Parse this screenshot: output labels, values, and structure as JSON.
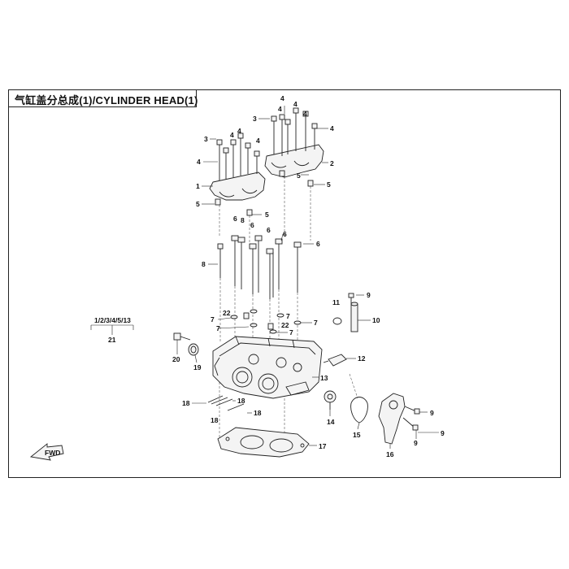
{
  "title": "气缸盖分总成(1)/CYLINDER HEAD(1)",
  "assembly_note": {
    "items": "1/2/3/4/5/13",
    "number": "21"
  },
  "fwd_label": "FWD",
  "callouts": [
    {
      "id": "c4a",
      "t": "4"
    },
    {
      "id": "c3a",
      "t": "3"
    },
    {
      "id": "c4b",
      "t": "4"
    },
    {
      "id": "c4c",
      "t": "4"
    },
    {
      "id": "c4d",
      "t": "4"
    },
    {
      "id": "c4e",
      "t": "4"
    },
    {
      "id": "c2",
      "t": "2"
    },
    {
      "id": "c5a",
      "t": "5"
    },
    {
      "id": "c5b",
      "t": "5"
    },
    {
      "id": "c3b",
      "t": "3"
    },
    {
      "id": "c4f",
      "t": "4"
    },
    {
      "id": "c4g",
      "t": "4"
    },
    {
      "id": "c4h",
      "t": "4"
    },
    {
      "id": "c4i",
      "t": "4"
    },
    {
      "id": "c1",
      "t": "1"
    },
    {
      "id": "c5c",
      "t": "5"
    },
    {
      "id": "c5d",
      "t": "5"
    },
    {
      "id": "c6a",
      "t": "6"
    },
    {
      "id": "c8a",
      "t": "8"
    },
    {
      "id": "c6b",
      "t": "6"
    },
    {
      "id": "c6c",
      "t": "6"
    },
    {
      "id": "c6d",
      "t": "6"
    },
    {
      "id": "c6e",
      "t": "6"
    },
    {
      "id": "c8b",
      "t": "8"
    },
    {
      "id": "c9a",
      "t": "9"
    },
    {
      "id": "c11",
      "t": "11"
    },
    {
      "id": "c10",
      "t": "10"
    },
    {
      "id": "c7a",
      "t": "7"
    },
    {
      "id": "c22a",
      "t": "22"
    },
    {
      "id": "c7b",
      "t": "7"
    },
    {
      "id": "c7c",
      "t": "7"
    },
    {
      "id": "c22b",
      "t": "22"
    },
    {
      "id": "c7d",
      "t": "7"
    },
    {
      "id": "c7e",
      "t": "7"
    },
    {
      "id": "c20",
      "t": "20"
    },
    {
      "id": "c19",
      "t": "19"
    },
    {
      "id": "c12",
      "t": "12"
    },
    {
      "id": "c13",
      "t": "13"
    },
    {
      "id": "c18a",
      "t": "18"
    },
    {
      "id": "c18b",
      "t": "18"
    },
    {
      "id": "c18c",
      "t": "18"
    },
    {
      "id": "c18d",
      "t": "18"
    },
    {
      "id": "c14",
      "t": "14"
    },
    {
      "id": "c15",
      "t": "15"
    },
    {
      "id": "c16",
      "t": "16"
    },
    {
      "id": "c9b",
      "t": "9"
    },
    {
      "id": "c9c",
      "t": "9"
    },
    {
      "id": "c9d",
      "t": "9"
    },
    {
      "id": "c17",
      "t": "17"
    }
  ]
}
